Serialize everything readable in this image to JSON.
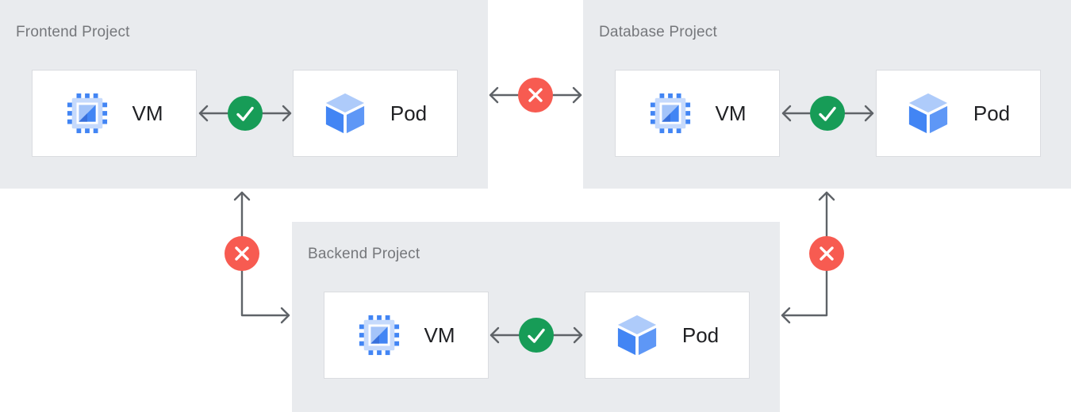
{
  "projects": [
    {
      "id": "frontend",
      "title": "Frontend Project",
      "vm": {
        "label": "VM",
        "icon": "compute-vm-icon"
      },
      "pod": {
        "label": "Pod",
        "icon": "pod-cube-icon"
      },
      "internal_traffic": {
        "status": "allowed",
        "icon": "check-icon"
      }
    },
    {
      "id": "database",
      "title": "Database Project",
      "vm": {
        "label": "VM",
        "icon": "compute-vm-icon"
      },
      "pod": {
        "label": "Pod",
        "icon": "pod-cube-icon"
      },
      "internal_traffic": {
        "status": "allowed",
        "icon": "check-icon"
      }
    },
    {
      "id": "backend",
      "title": "Backend Project",
      "vm": {
        "label": "VM",
        "icon": "compute-vm-icon"
      },
      "pod": {
        "label": "Pod",
        "icon": "pod-cube-icon"
      },
      "internal_traffic": {
        "status": "allowed",
        "icon": "check-icon"
      }
    }
  ],
  "cross_project_traffic": [
    {
      "between": "frontend-database",
      "status": "blocked",
      "icon": "x-icon"
    },
    {
      "between": "frontend-backend",
      "status": "blocked",
      "icon": "x-icon"
    },
    {
      "between": "database-backend",
      "status": "blocked",
      "icon": "x-icon"
    }
  ],
  "colors": {
    "panel_bg": "#E9EBEE",
    "card_bg": "#FFFFFF",
    "card_border": "#DADCE0",
    "arrow": "#5F6368",
    "allowed_green": "#179C57",
    "blocked_red": "#F75B51",
    "title_text": "#75777B",
    "label_text": "#202124",
    "icon_blue": "#4285F4",
    "icon_light_blue": "#AECBFA"
  }
}
